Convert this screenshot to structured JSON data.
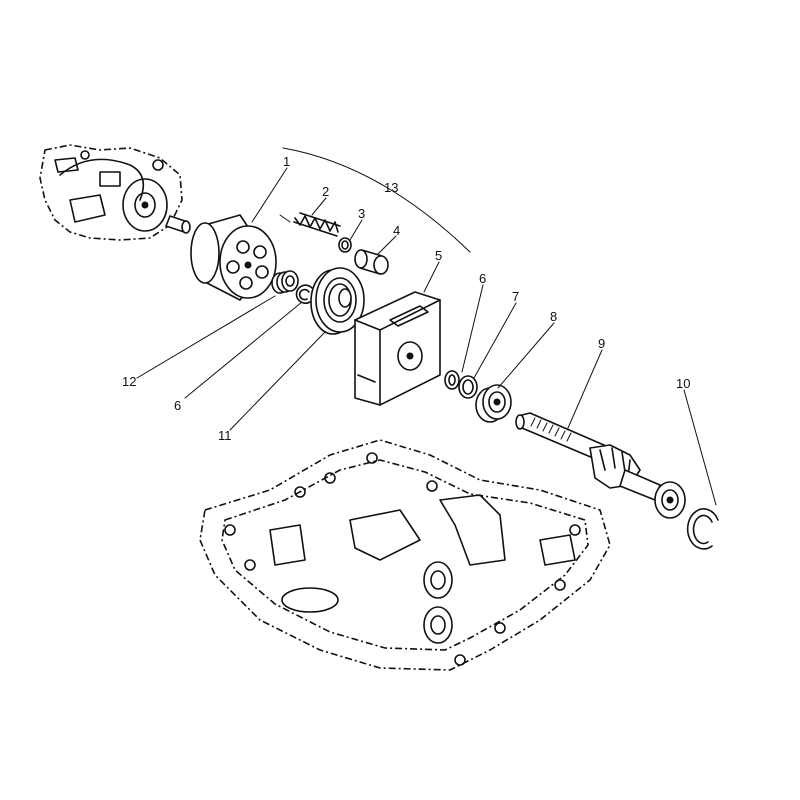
{
  "diagram": {
    "callouts": [
      {
        "id": "1",
        "text": "1"
      },
      {
        "id": "2",
        "text": "2"
      },
      {
        "id": "3",
        "text": "3"
      },
      {
        "id": "4",
        "text": "4"
      },
      {
        "id": "5",
        "text": "5"
      },
      {
        "id": "6a",
        "text": "6"
      },
      {
        "id": "7",
        "text": "7"
      },
      {
        "id": "8",
        "text": "8"
      },
      {
        "id": "9",
        "text": "9"
      },
      {
        "id": "10",
        "text": "10"
      },
      {
        "id": "11",
        "text": "11"
      },
      {
        "id": "12",
        "text": "12"
      },
      {
        "id": "13",
        "text": "13"
      },
      {
        "id": "6b",
        "text": "6"
      }
    ]
  }
}
